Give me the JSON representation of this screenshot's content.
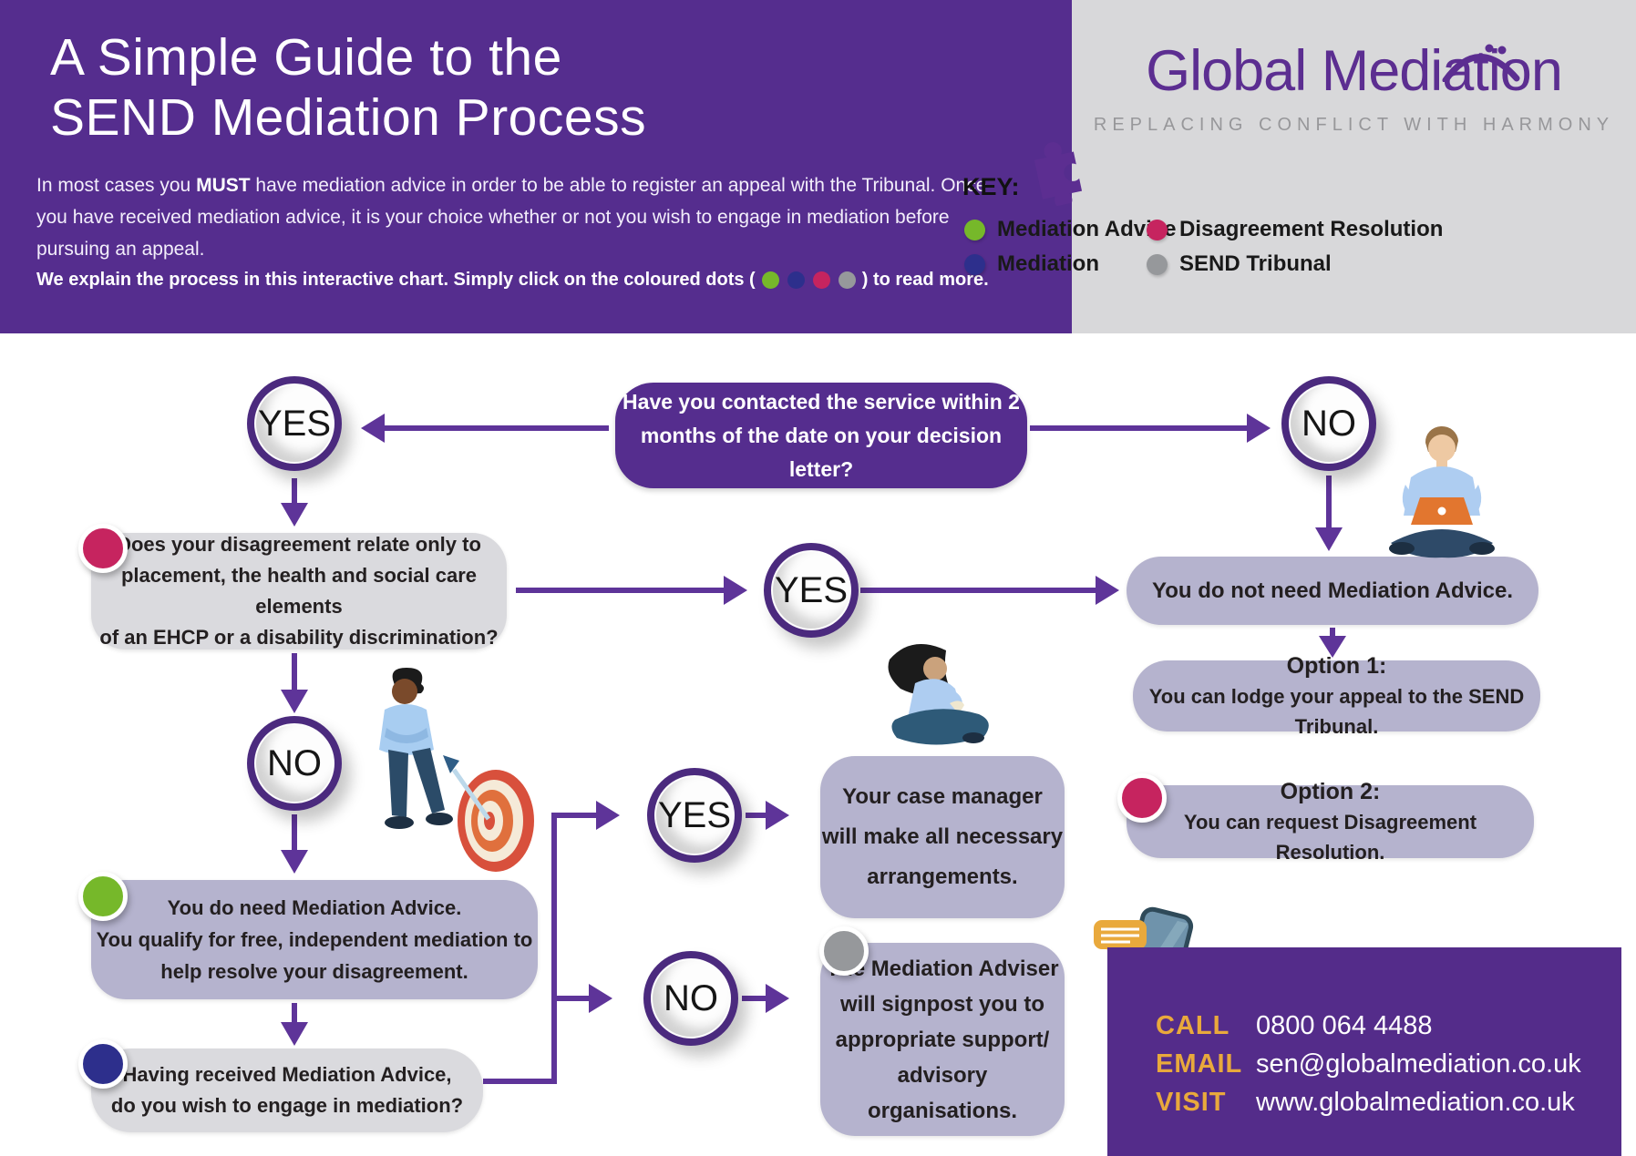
{
  "colors": {
    "purple": "#552d8e",
    "arrow": "#5e3499",
    "circle_ring": "#4b2a7e",
    "lavender_box": "#b5b3ce",
    "grey_box": "#dadade",
    "panel_grey": "#d8d8da",
    "logo_purple": "#5c2e91",
    "gold": "#e9a93c"
  },
  "icons": {
    "puzzle": "puzzle-piece-icon",
    "phone": "phone-with-chat-bubbles-icon",
    "laptop_person": "person-with-laptop-illustration",
    "dart_person": "person-with-dart-and-target-illustration",
    "sitting_person": "person-sitting-reading-illustration"
  },
  "header": {
    "title_line1": "A Simple Guide to the",
    "title_line2": "SEND Mediation Process",
    "intro_pre": "In most cases you ",
    "intro_bold": "MUST",
    "intro_post": " have mediation advice in order to be able to register an appeal with the Tribunal. Once you have received mediation advice, it is your choice whether or not you wish to engage in mediation before pursuing an appeal.",
    "interactive_pre": "We explain the process in this interactive chart. Simply click on the coloured dots (",
    "interactive_post": ") to read more."
  },
  "brand": {
    "logo": "Global Mediation",
    "tagline": "REPLACING CONFLICT WITH HARMONY"
  },
  "key": {
    "label": "KEY:",
    "items": [
      {
        "label": "Mediation Advice",
        "color": "#76b82a"
      },
      {
        "label": "Disagreement Resolution",
        "color": "#c6245f"
      },
      {
        "label": "Mediation",
        "color": "#2d2f8c"
      },
      {
        "label": "SEND Tribunal",
        "color": "#96989b"
      }
    ]
  },
  "flow": {
    "yes": "YES",
    "no": "NO",
    "q_contact": {
      "l1a": "Have you contacted the service ",
      "l1b": "within 2",
      "l2a": "months",
      "l2b": " of the date on your decision letter?"
    },
    "q_disagreement": {
      "l1a": "Does your disagreement relate ",
      "l1b": "only",
      "l1c": " to",
      "l2": "placement, the health and social care elements",
      "l3": "of an EHCP or a disability discrimination?"
    },
    "no_advice": {
      "a": "You ",
      "b": "do not",
      "c": " need Mediation Advice."
    },
    "option1": {
      "title": "Option 1:",
      "text": "You can lodge your appeal to the SEND Tribunal."
    },
    "option2": {
      "title": "Option 2:",
      "text": "You can request Disagreement Resolution."
    },
    "need_advice": {
      "l1a": "You ",
      "l1b": "do",
      "l1c": " need Mediation Advice.",
      "l2": "You qualify for free, independent mediation to",
      "l3": "help resolve your disagreement."
    },
    "q_engage": {
      "l1": "Having received Mediation Advice,",
      "l2": "do you wish to engage in mediation?"
    },
    "case_manager": {
      "l1": "Your case manager",
      "l2": "will make all necessary",
      "l3": "arrangements."
    },
    "adviser": {
      "l1": "The Mediation Adviser",
      "l2": "will signpost you to",
      "l3": "appropriate support/",
      "l4": "advisory organisations."
    }
  },
  "contact": {
    "rows": [
      {
        "label": "CALL",
        "value": "0800 064 4488"
      },
      {
        "label": "EMAIL",
        "value": "sen@globalmediation.co.uk"
      },
      {
        "label": "VISIT",
        "value": "www.globalmediation.co.uk"
      }
    ]
  }
}
